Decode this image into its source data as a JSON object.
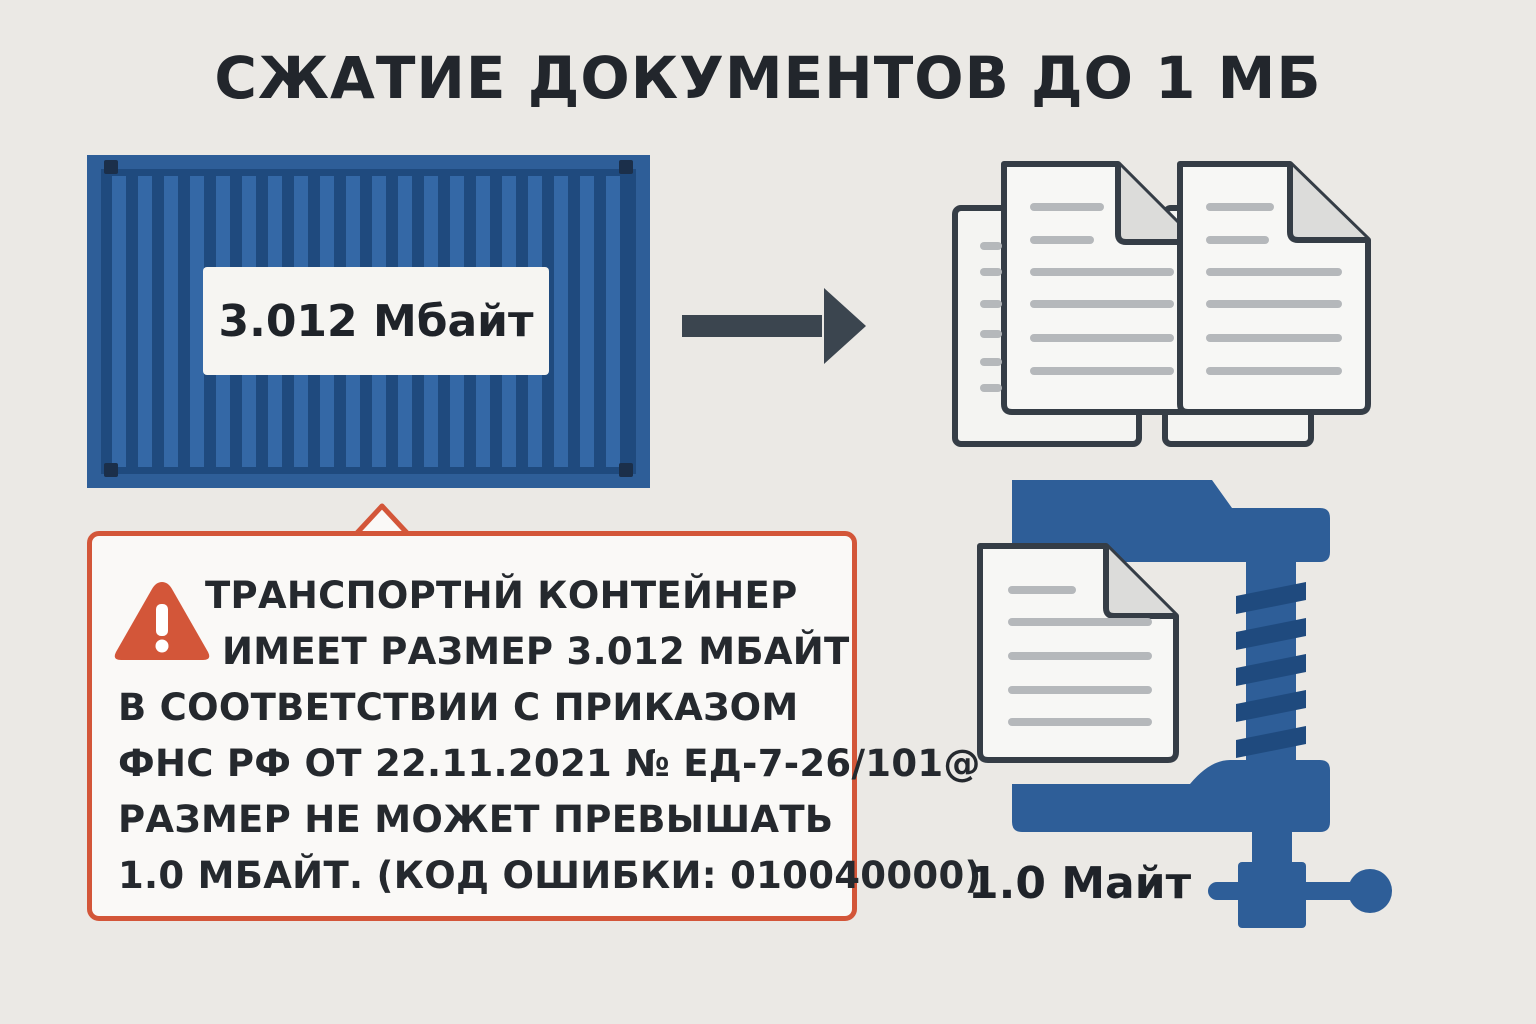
{
  "title": "СЖАТИЕ ДОКУМЕНТОВ ДО 1 МБ",
  "container": {
    "size_label": "3.012 Мбайт",
    "color": "#2f5f99",
    "icon": "shipping-container-icon"
  },
  "arrow": {
    "icon": "arrow-right-icon",
    "color": "#3a444e"
  },
  "documents": {
    "icon": "documents-stack-icon"
  },
  "warning": {
    "icon": "warning-triangle-icon",
    "color": "#d35639",
    "lines": [
      "ТРАНСПОРТНЙ КОНТЕЙНЕР",
      "ИМЕЕТ РАЗМЕР 3.012 МБАЙТ",
      "В СООТВЕТСТВИИ С ПРИКАЗОМ",
      "ФНС РФ ОТ 22.11.2021 № ЕД-7-26/101@",
      "РАЗМЕР НЕ МОЖЕТ ПРЕВЫШАТЬ",
      "1.0 МБАЙТ. (КОД ОШИБКИ: 010040000)"
    ]
  },
  "clamp": {
    "icon": "c-clamp-icon",
    "compressed_label": "1.0 Майт",
    "document_icon": "document-icon"
  }
}
